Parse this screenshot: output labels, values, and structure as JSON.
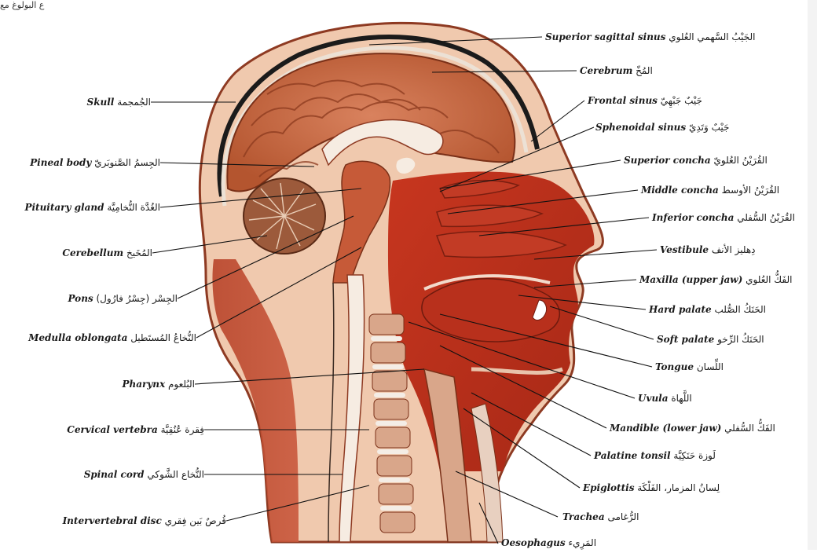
{
  "header_fragment": "ع البولوغ مع",
  "left_labels": [
    {
      "en": "Skull",
      "ar": "الجُمجمة"
    },
    {
      "en": "Pineal body",
      "ar": "الجِسمُ الصَّنوبَريّ"
    },
    {
      "en": "Pituitary gland",
      "ar": "الغُدَّة النُّخامِيَّة"
    },
    {
      "en": "Cerebellum",
      "ar": "المُخَيخ"
    },
    {
      "en": "Pons",
      "ar": "الجِسْر (جِسْرُ فارُول)"
    },
    {
      "en": "Medulla oblongata",
      "ar": "النُّخاعُ المُستَطيل"
    },
    {
      "en": "Pharynx",
      "ar": "البُلعوم"
    },
    {
      "en": "Cervical vertebra",
      "ar": "فِقرة عُنُقِيَّة"
    },
    {
      "en": "Spinal cord",
      "ar": "النُّخاع الشَّوكي"
    },
    {
      "en": "Intervertebral disc",
      "ar": "قُرصٌ بَين فِقري"
    }
  ],
  "right_labels": [
    {
      "en": "Superior sagittal sinus",
      "ar": "الجَيْبُ السَّهمي العُلوي"
    },
    {
      "en": "Cerebrum",
      "ar": "المُخّ"
    },
    {
      "en": "Frontal sinus",
      "ar": "جَيْبٌ جَبْهِيّ"
    },
    {
      "en": "Sphenoidal sinus",
      "ar": "جَيْبٌ وَتَدِيّ"
    },
    {
      "en": "Superior concha",
      "ar": "القُرَيْنُ العُلويّ"
    },
    {
      "en": "Middle concha",
      "ar": "القُرَيْنُ الأوسط"
    },
    {
      "en": "Inferior concha",
      "ar": "القُرَيْنُ السُّفلي"
    },
    {
      "en": "Vestibule",
      "ar": "دِهليز الأنف"
    },
    {
      "en": "Maxilla (upper jaw)",
      "ar": "الفَكُّ العُلوي"
    },
    {
      "en": "Hard palate",
      "ar": "الحَنَكُ الصُّلب"
    },
    {
      "en": "Soft palate",
      "ar": "الحَنَكُ الرِّخو"
    },
    {
      "en": "Tongue",
      "ar": "اللِّسان"
    },
    {
      "en": "Uvula",
      "ar": "اللَّهاة"
    },
    {
      "en": "Mandible (lower jaw)",
      "ar": "الفَكُّ السُّفلي"
    },
    {
      "en": "Palatine tonsil",
      "ar": "لَوزة حَنَكِيَّة"
    },
    {
      "en": "Epiglottis",
      "ar": "لِسانُ المزمار، الفَلْكَة"
    },
    {
      "en": "Trachea",
      "ar": "الرُّغامى"
    },
    {
      "en": "Oesophagus",
      "ar": "المَرِيء"
    }
  ]
}
